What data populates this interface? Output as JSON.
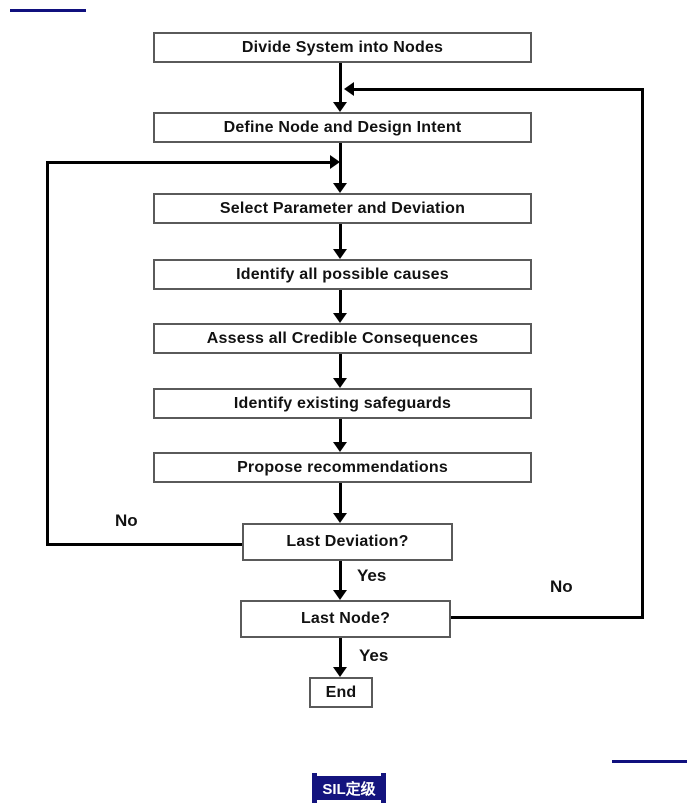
{
  "flowchart": {
    "nodes": [
      {
        "id": "divide-system",
        "label": "Divide System into Nodes"
      },
      {
        "id": "define-node",
        "label": "Define Node and Design Intent"
      },
      {
        "id": "select-parameter",
        "label": "Select Parameter and Deviation"
      },
      {
        "id": "identify-causes",
        "label": "Identify all possible causes"
      },
      {
        "id": "assess-consequences",
        "label": "Assess all Credible Consequences"
      },
      {
        "id": "identify-safeguards",
        "label": "Identify existing safeguards"
      },
      {
        "id": "propose-recommendations",
        "label": "Propose recommendations"
      },
      {
        "id": "last-deviation",
        "label": "Last Deviation?"
      },
      {
        "id": "last-node",
        "label": "Last Node?"
      },
      {
        "id": "end",
        "label": "End"
      }
    ],
    "edge_labels": {
      "deviation_no": "No",
      "deviation_yes": "Yes",
      "node_no": "No",
      "node_yes": "Yes"
    },
    "colors": {
      "connector": "#000000",
      "box_border": "#5a5a5a",
      "accent_navy": "#10107e"
    }
  },
  "badge": {
    "label": "SIL定级",
    "background": "#14147e",
    "text_color": "#ffffff"
  }
}
